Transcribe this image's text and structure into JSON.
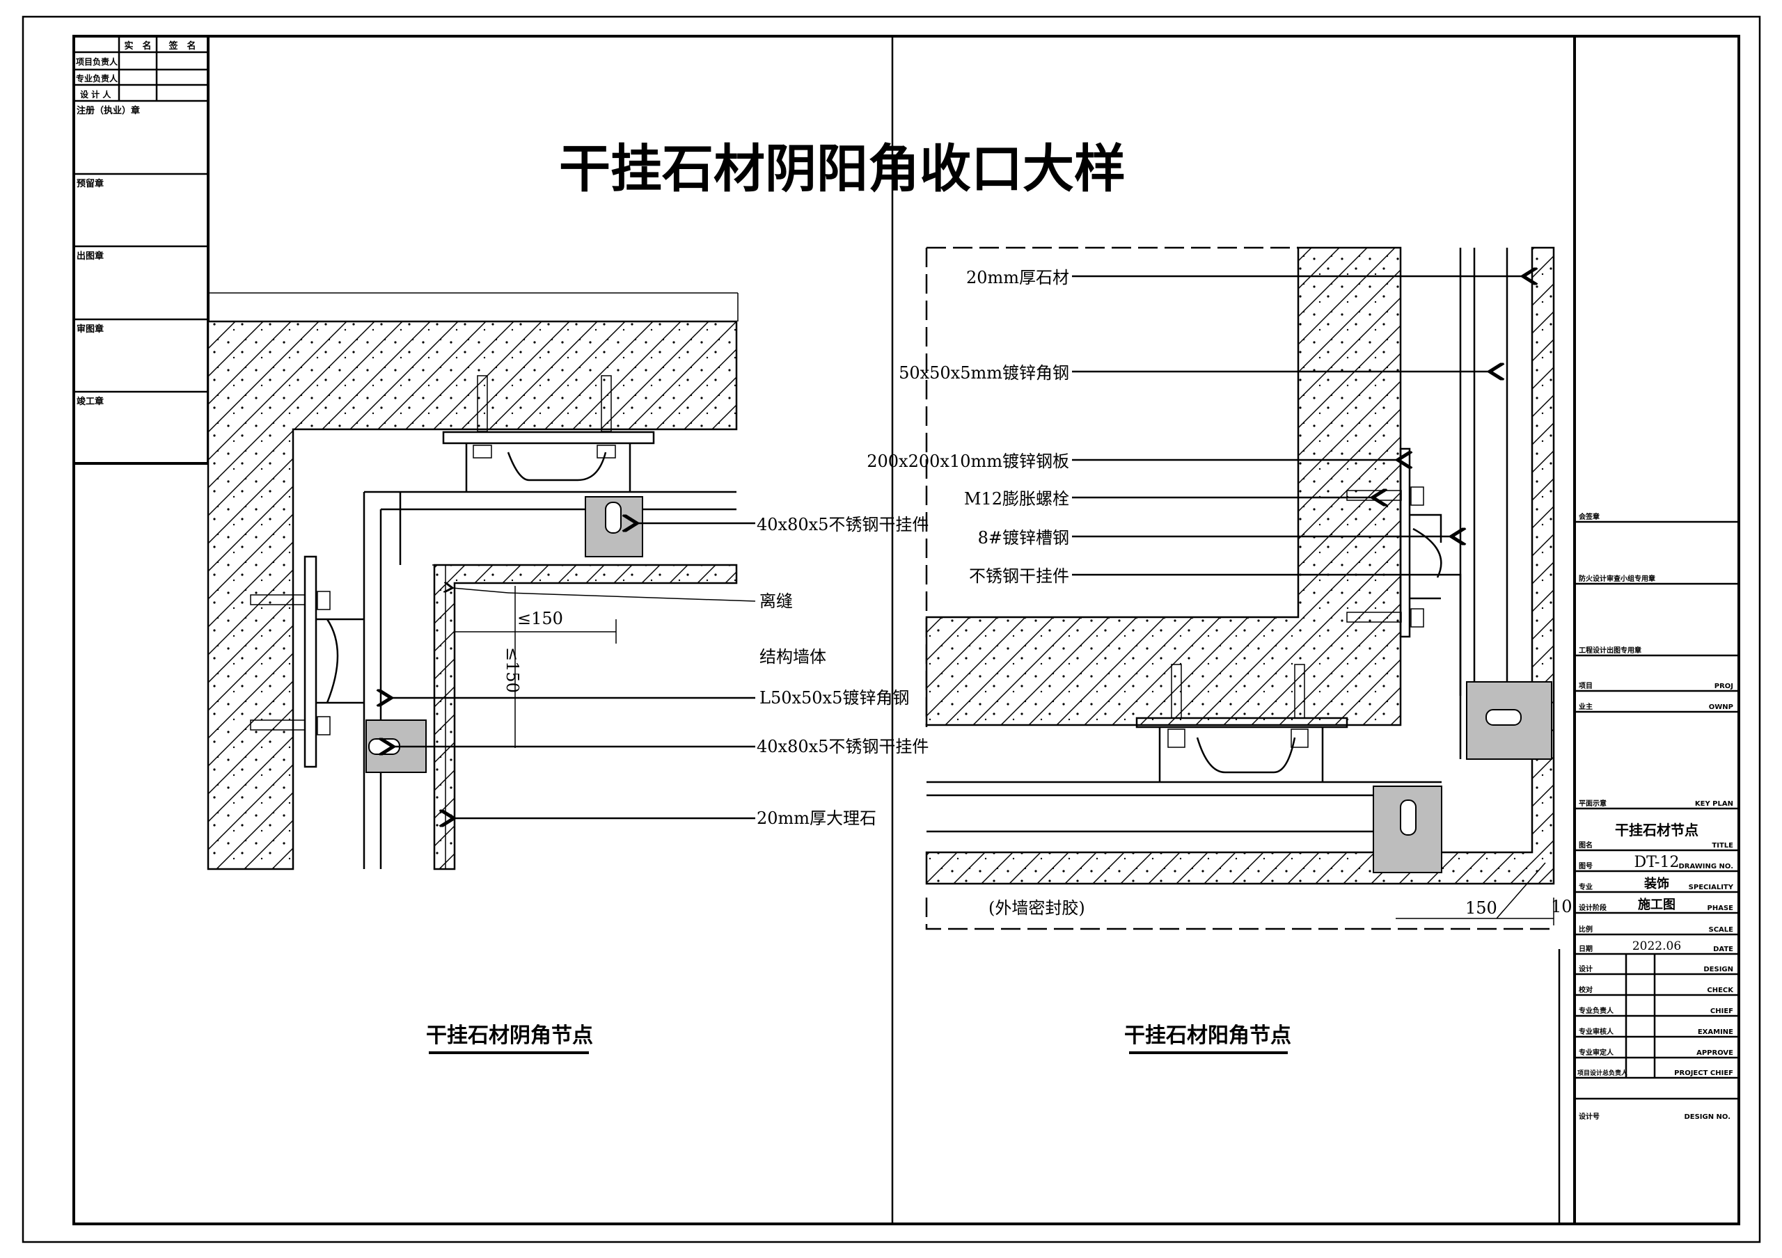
{
  "sheet_title": "干挂石材阴阳角收口大样",
  "stamp_table": {
    "header": [
      "实　名",
      "签　名"
    ],
    "rows": [
      "项目负责人",
      "专业负责人",
      "设 计 人"
    ],
    "stamps": [
      "注册（执业）章",
      "预留章",
      "出图章",
      "审图章",
      "竣工章"
    ]
  },
  "left_detail": {
    "caption": "干挂石材阴角节点",
    "labels": {
      "hanger_top": "40x80x5不锈钢干挂件",
      "gap": "离缝",
      "dim_h": "≤150",
      "dim_v": "≤150",
      "wall": "结构墙体",
      "angle": "L50x50x5镀锌角钢",
      "hanger_side": "40x80x5不锈钢干挂件",
      "marble": "20mm厚大理石"
    }
  },
  "right_detail": {
    "caption": "干挂石材阳角节点",
    "labels": {
      "stone": "20mm厚石材",
      "angle": "50x50x5mm镀锌角钢",
      "plate": "200x200x10mm镀锌钢板",
      "bolt": "M12膨胀螺栓",
      "channel": "8#镀锌槽钢",
      "hanger": "不锈钢干挂件",
      "sealant": "(外墙密封胶)",
      "dim_150": "150",
      "dim_10": "10"
    }
  },
  "title_block": {
    "stamps": [
      "会签章",
      "防火设计审查小组专用章",
      "工程设计出图专用章"
    ],
    "project": {
      "cn": "项目",
      "en": "PROJ"
    },
    "owner": {
      "cn": "业主",
      "en": "OWNP"
    },
    "key_plan": {
      "cn": "平面示意",
      "en": "KEY PLAN"
    },
    "title": {
      "cn": "图名",
      "en": "TITLE",
      "value": "干挂石材节点"
    },
    "drawing_no": {
      "cn": "图号",
      "en": "DRAWING NO.",
      "value": "DT-12"
    },
    "speciality": {
      "cn": "专业",
      "en": "SPECIALITY",
      "value": "装饰"
    },
    "phase": {
      "cn": "设计阶段",
      "en": "PHASE",
      "value": "施工图"
    },
    "scale": {
      "cn": "比例",
      "en": "SCALE"
    },
    "date": {
      "cn": "日期",
      "en": "DATE",
      "value": "2022.06"
    },
    "signers": [
      {
        "cn": "设计",
        "en": "DESIGN"
      },
      {
        "cn": "校对",
        "en": "CHECK"
      },
      {
        "cn": "专业负责人",
        "en": "CHIEF"
      },
      {
        "cn": "专业审核人",
        "en": "EXAMINE"
      },
      {
        "cn": "专业审定人",
        "en": "APPROVE"
      },
      {
        "cn": "项目设计总负责人",
        "en": "PROJECT CHIEF"
      }
    ],
    "design_no": {
      "cn": "设计号",
      "en": "DESIGN NO."
    }
  }
}
